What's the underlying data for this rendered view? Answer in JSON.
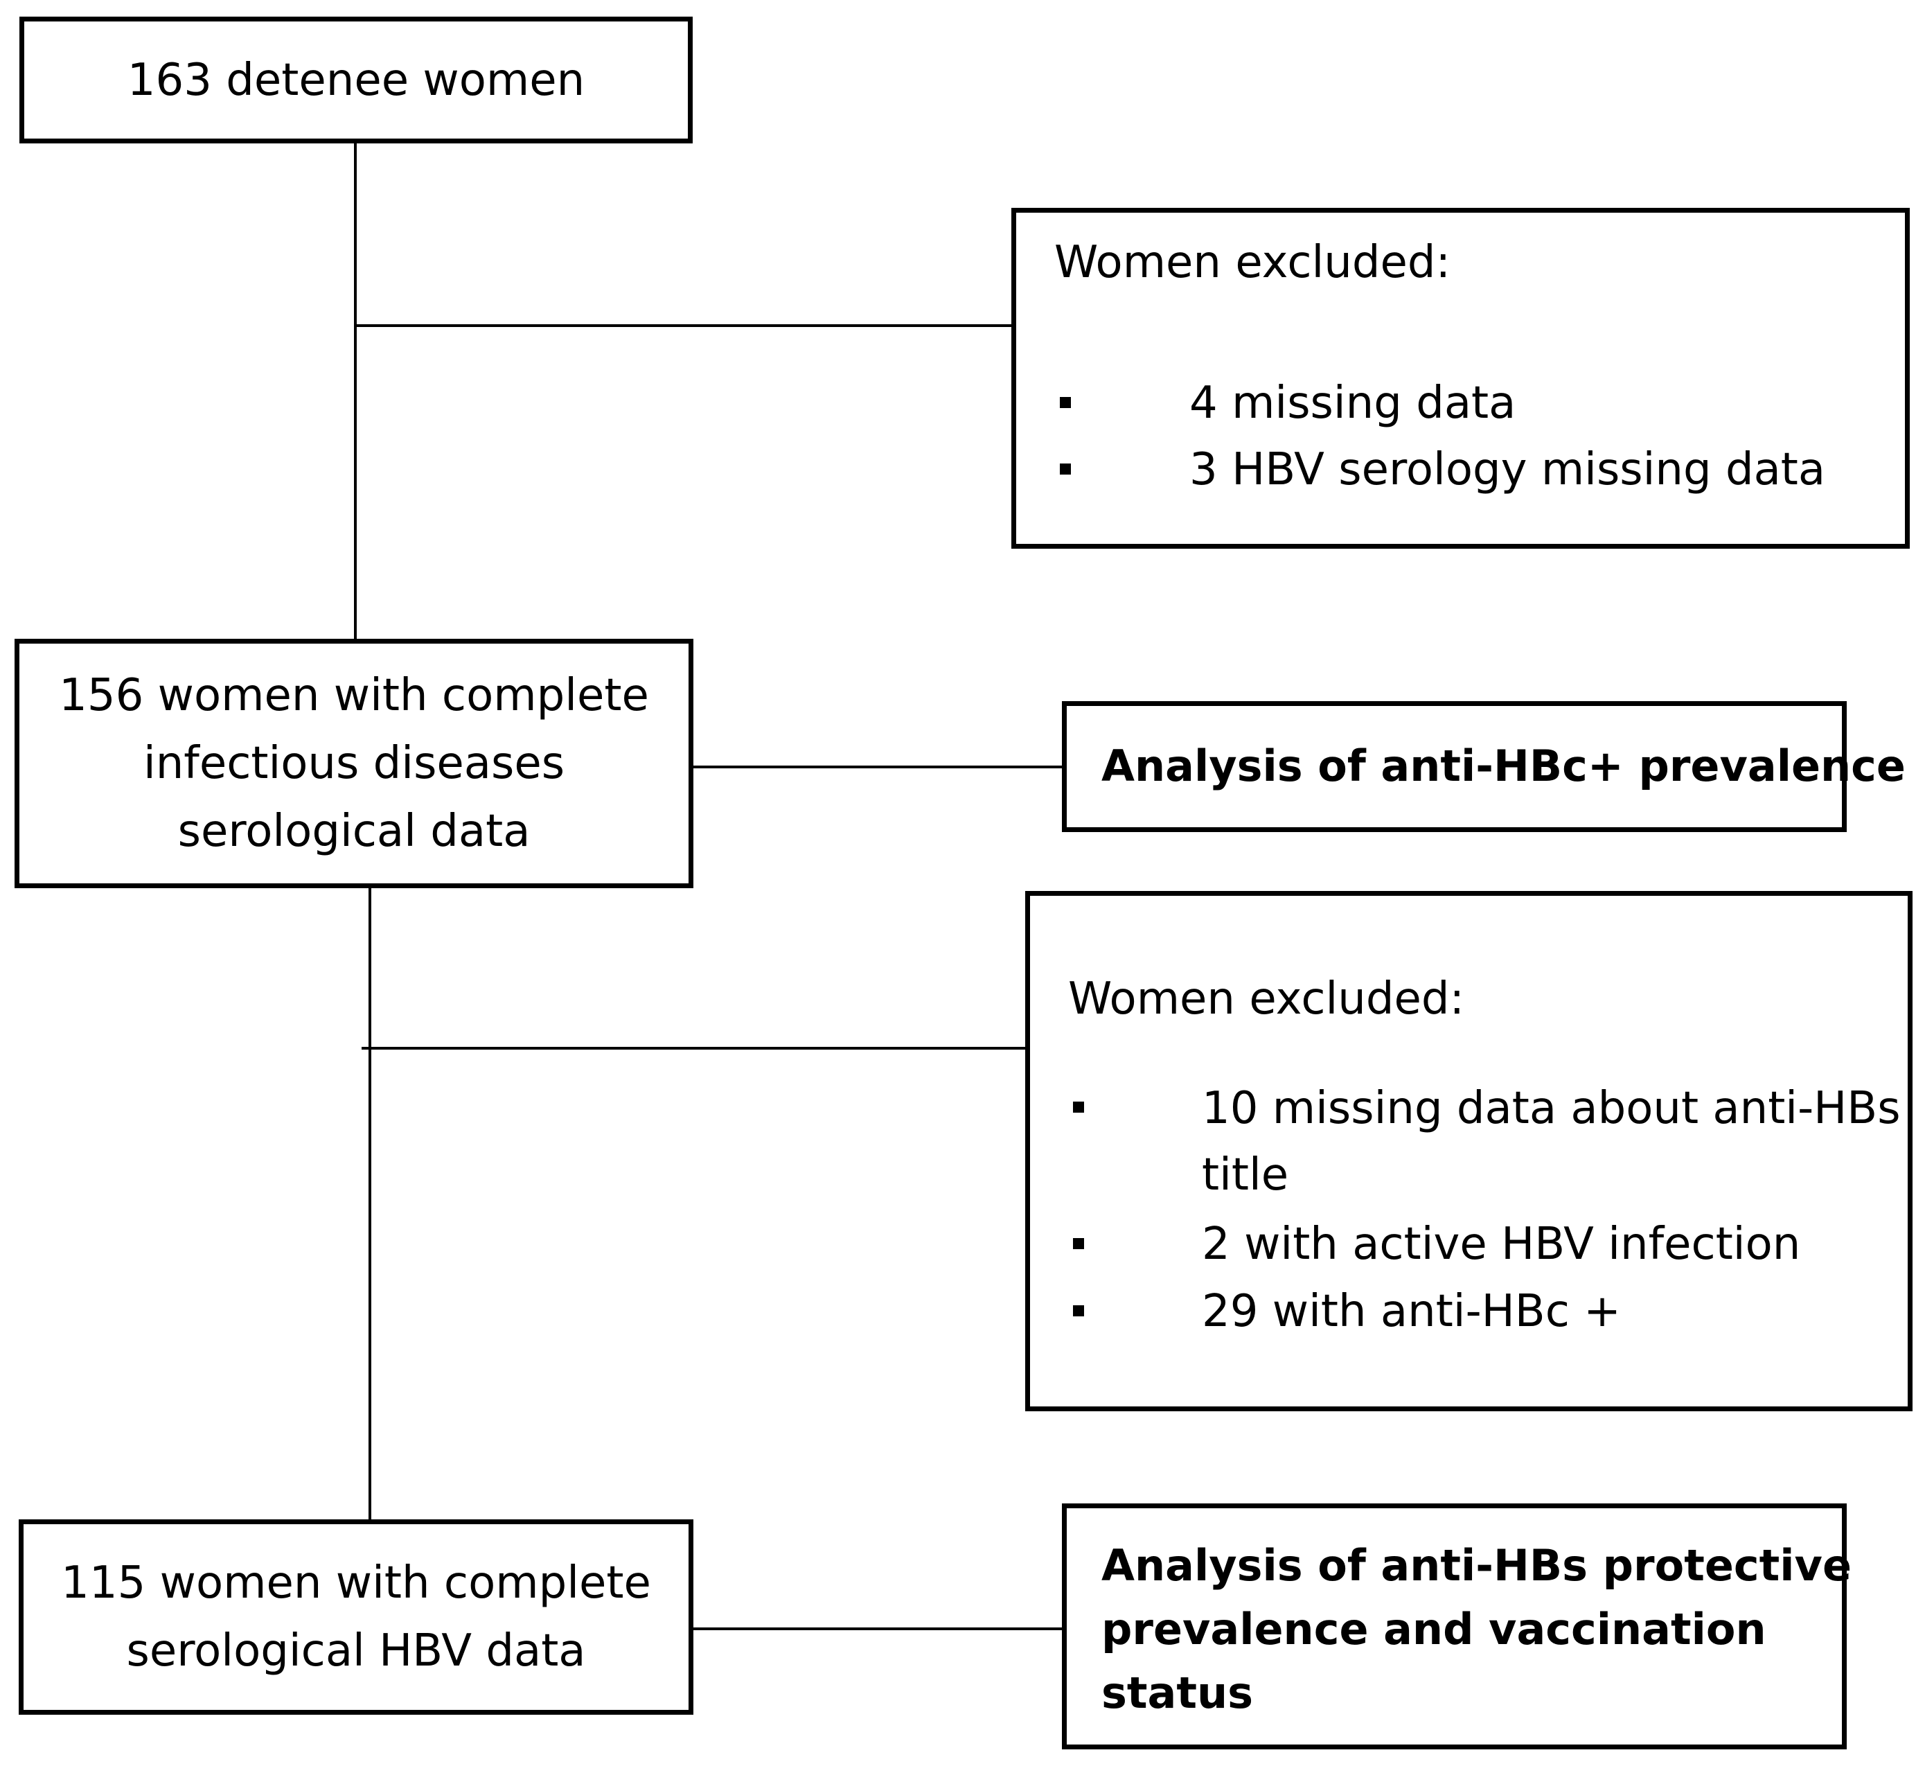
{
  "box_start": {
    "lines": [
      "163 detenee women"
    ]
  },
  "exclusion_1": {
    "title": "Women excluded:",
    "items": [
      "4 missing data",
      "3 HBV serology missing data"
    ]
  },
  "box_middle": {
    "lines": [
      "156 women with complete",
      "infectious diseases",
      "serological data"
    ]
  },
  "analysis_1": {
    "label": "Analysis of anti-HBc+ prevalence"
  },
  "exclusion_2": {
    "title": "Women excluded:",
    "items": [
      {
        "lines": [
          "10 missing data about anti-HBs",
          "title"
        ]
      },
      {
        "lines": [
          "2 with active HBV infection"
        ]
      },
      {
        "lines": [
          "29 with anti-HBc +"
        ]
      }
    ]
  },
  "box_final": {
    "lines": [
      "115 women with complete",
      "serological HBV data"
    ]
  },
  "analysis_2": {
    "lines": [
      "Analysis of anti-HBs protective",
      "prevalence and vaccination",
      "status"
    ]
  }
}
